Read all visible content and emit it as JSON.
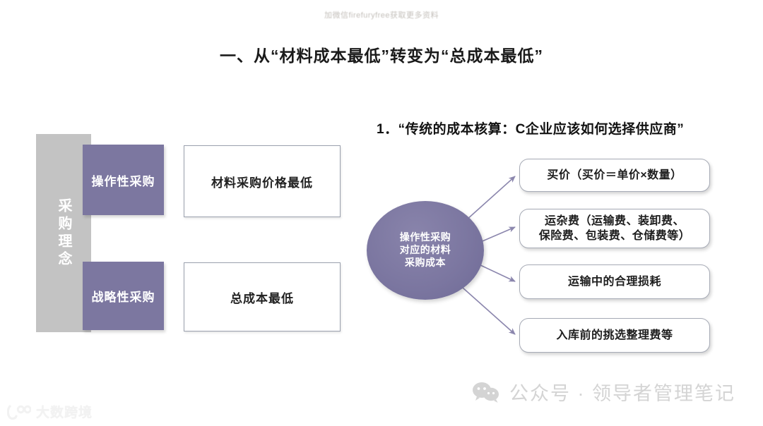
{
  "watermarks": {
    "top_text": "加微信firefuryfree获取更多资料",
    "wechat_text": "公众号 · 领导者管理笔记",
    "wechat_icon": "wechat-icon",
    "brand_text": "大数跨境",
    "brand_icon": "dashuakuajing-logo-icon"
  },
  "title": "一、从“材料成本最低”转变为“总成本最低”",
  "left_diagram": {
    "band_label": "采购理念",
    "rows": [
      {
        "purple_label": "操作性采购",
        "outline_label": "材料采购价格最低"
      },
      {
        "purple_label": "战略性采购",
        "outline_label": "总成本最低"
      }
    ]
  },
  "right_diagram": {
    "heading": "1．“传统的成本核算：C企业应该如何选择供应商”",
    "hub": {
      "line1": "操作性采购",
      "line2": "对应的材料",
      "line3": "采购成本"
    },
    "items": [
      {
        "line1": "买价（买价＝单价×数量）",
        "line2": ""
      },
      {
        "line1": "运杂费（运输费、装卸费、",
        "line2": "保险费、包装费、仓储费等）"
      },
      {
        "line1": "运输中的合理损耗",
        "line2": ""
      },
      {
        "line1": "入库前的挑选整理费等",
        "line2": ""
      }
    ]
  },
  "colors": {
    "purple": "#7c77a0",
    "gray_band": "#c3c3c3",
    "arrow": "#8b86ad",
    "box_border": "#a7abb6",
    "title_text": "#1a1a1a"
  }
}
